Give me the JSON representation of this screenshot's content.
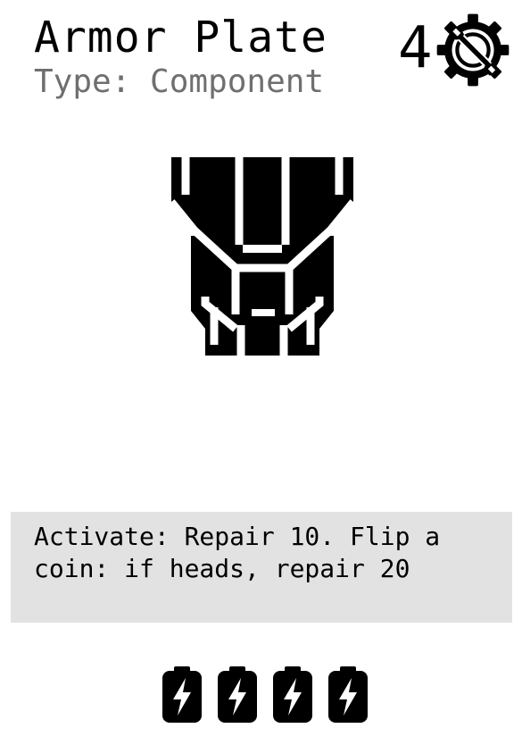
{
  "card": {
    "title": "Armor Plate",
    "type_line": "Type: Component",
    "cost": "4",
    "cost_icon": "gear-wrench-icon",
    "art_icon": "armor-plate-icon",
    "ability_text": "Activate: Repair 10. Flip a\ncoin: if heads, repair 20",
    "battery_count": 4,
    "battery_icon": "battery-bolt-icon"
  },
  "colors": {
    "ink": "#000000",
    "subtitle": "#6f6f6f",
    "ability_bg": "#e2e2e2",
    "card_bg": "#ffffff"
  }
}
